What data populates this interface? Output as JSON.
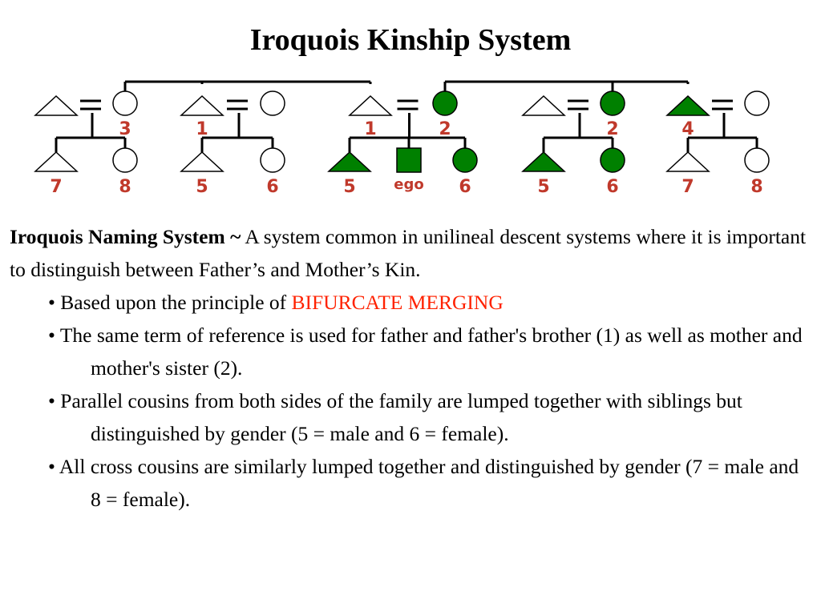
{
  "title": "Iroquois Kinship System",
  "colors": {
    "filled": "#008000",
    "label": "#c0392b",
    "highlight": "#ff2200"
  },
  "diagram": {
    "parents": [
      {
        "husband": "",
        "wife": "3",
        "husband_fill": "open",
        "wife_fill": "open"
      },
      {
        "husband": "1",
        "wife": "",
        "husband_fill": "open",
        "wife_fill": "open"
      },
      {
        "husband": "1",
        "wife": "2",
        "husband_fill": "open",
        "wife_fill": "green"
      },
      {
        "husband": "",
        "wife": "2",
        "husband_fill": "open",
        "wife_fill": "green"
      },
      {
        "husband": "4",
        "wife": "",
        "husband_fill": "green",
        "wife_fill": "open"
      }
    ],
    "children": [
      {
        "shape": "triangle",
        "fill": "open",
        "label": "7"
      },
      {
        "shape": "circle",
        "fill": "open",
        "label": "8"
      },
      {
        "shape": "triangle",
        "fill": "open",
        "label": "5"
      },
      {
        "shape": "circle",
        "fill": "open",
        "label": "6"
      },
      {
        "shape": "triangle",
        "fill": "green",
        "label": "5"
      },
      {
        "shape": "square",
        "fill": "green",
        "label": "ego"
      },
      {
        "shape": "circle",
        "fill": "green",
        "label": "6"
      },
      {
        "shape": "triangle",
        "fill": "green",
        "label": "5"
      },
      {
        "shape": "circle",
        "fill": "green",
        "label": "6"
      },
      {
        "shape": "triangle",
        "fill": "open",
        "label": "7"
      },
      {
        "shape": "circle",
        "fill": "open",
        "label": "8"
      }
    ]
  },
  "text": {
    "term": "Iroquois Naming System ~",
    "definition": " A system common in unilineal descent systems where it is important to distinguish between Father’s and Mother’s Kin.",
    "bullets": [
      {
        "prefix": "• Based upon the principle of ",
        "highlight": "BIFURCATE MERGING",
        "suffix": ""
      },
      {
        "prefix": "• The same term of reference is used for father and father's brother (1) as well as mother and mother's sister (2).",
        "highlight": "",
        "suffix": ""
      },
      {
        "prefix": "• Parallel cousins from both sides of the family are lumped together with siblings but distinguished by gender (5 = male and 6 = female).",
        "highlight": "",
        "suffix": ""
      },
      {
        "prefix": "• All cross cousins are similarly lumped together and distinguished by gender (7 = male and 8 = female).",
        "highlight": "",
        "suffix": ""
      }
    ]
  }
}
